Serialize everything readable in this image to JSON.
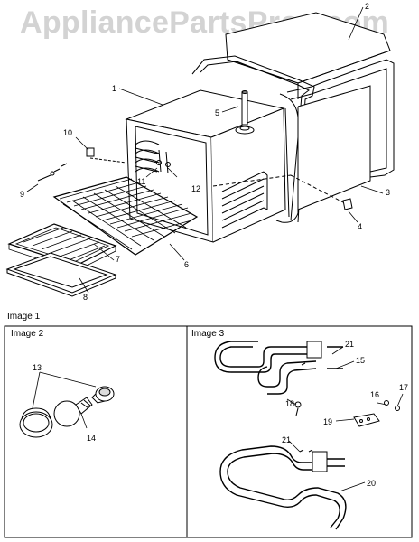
{
  "watermark": "AppliancePartsPros.com",
  "captions": {
    "image1": "Image 1",
    "image2": "Image 2",
    "image3": "Image 3"
  },
  "callouts": {
    "c1": "1",
    "c2": "2",
    "c3": "3",
    "c4": "4",
    "c5": "5",
    "c6": "6",
    "c7": "7",
    "c8": "8",
    "c9": "9",
    "c10": "10",
    "c11": "11",
    "c12": "12",
    "c13": "13",
    "c14": "14",
    "c15": "15",
    "c16": "16",
    "c17": "17",
    "c18": "18",
    "c19": "19",
    "c20": "20",
    "c21a": "21",
    "c21b": "21"
  }
}
